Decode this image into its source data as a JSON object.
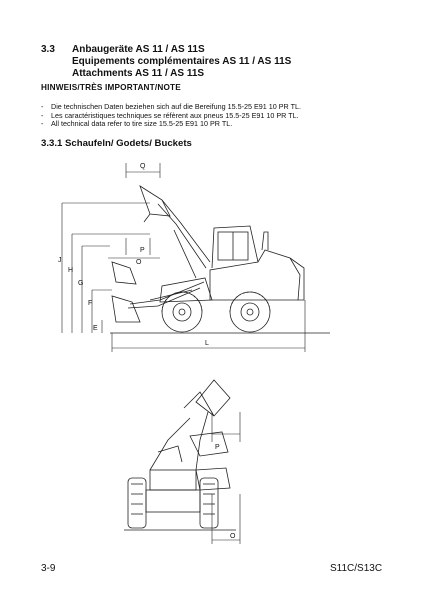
{
  "section": {
    "number": "3.3",
    "titles": [
      "Anbaugeräte AS 11 / AS 11S",
      "Equipements complémentaires AS 11 / AS 11S",
      "Attachments AS 11 / AS 11S"
    ]
  },
  "note_heading": "HINWEIS/TRÈS IMPORTANT/NOTE",
  "notes": [
    "Die technischen Daten beziehen sich auf die Bereifung 15.5-25 E91 10 PR TL.",
    "Les caractéristiques techniques se réfèrent aux pneus 15.5-25 E91 10 PR TL.",
    "All technical data refer to tire size 15.5-25 E91 10 PR TL."
  ],
  "note_bullet": "-",
  "subsection": "3.3.1 Schaufeln/ Godets/ Buckets",
  "side_view_labels": {
    "Q": "Q",
    "P": "P",
    "O": "O",
    "J": "J",
    "H": "H",
    "G": "G",
    "F": "F",
    "E": "E",
    "L": "L"
  },
  "front_view_labels": {
    "P": "P",
    "O": "O"
  },
  "footer": {
    "page": "3-9",
    "model": "S11C/S13C"
  }
}
